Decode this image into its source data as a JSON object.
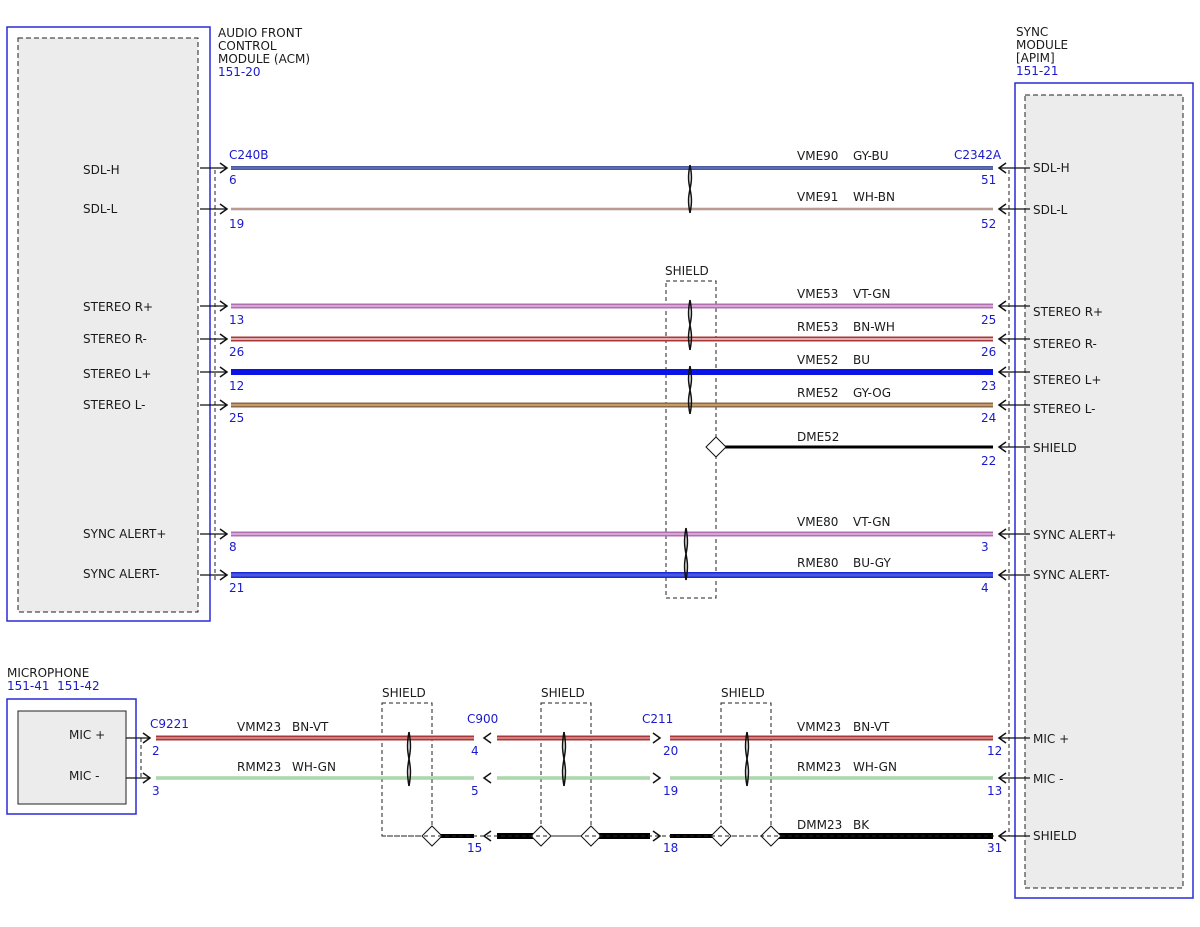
{
  "modules": {
    "acm": {
      "name_lines": [
        "AUDIO FRONT",
        "CONTROL",
        "MODULE (ACM)"
      ],
      "ref": "151-20",
      "connector": "C240B"
    },
    "apim": {
      "name_lines": [
        "SYNC",
        "MODULE",
        "[APIM]"
      ],
      "ref": "151-21",
      "connector": "C2342A"
    },
    "mic": {
      "name": "MICROPHONE",
      "refs": "151-41  151-42",
      "connector": "C9221"
    }
  },
  "pins": {
    "acm": [
      "SDL-H",
      "SDL-L",
      "STEREO R+",
      "STEREO R-",
      "STEREO L+",
      "STEREO L-",
      "SYNC ALERT+",
      "SYNC ALERT-"
    ],
    "apim": [
      "SDL-H",
      "SDL-L",
      "STEREO R+",
      "STEREO R-",
      "STEREO L+",
      "STEREO L-",
      "SHIELD",
      "SYNC ALERT+",
      "SYNC ALERT-",
      "MIC +",
      "MIC -",
      "SHIELD"
    ],
    "mic": [
      "MIC +",
      "MIC -"
    ]
  },
  "circuits": [
    {
      "circuit": "VME90",
      "color_code": "GY-BU",
      "from_pin": "6",
      "to_pin": "51",
      "colors": [
        "#4a5a9a",
        "#6a7ad0"
      ]
    },
    {
      "circuit": "VME91",
      "color_code": "WH-BN",
      "from_pin": "19",
      "to_pin": "52",
      "colors": [
        "#c8c8c8",
        "#b06a5a"
      ]
    },
    {
      "circuit": "VME53",
      "color_code": "VT-GN",
      "from_pin": "13",
      "to_pin": "25",
      "colors": [
        "#b070b0",
        "#d6a6d6"
      ]
    },
    {
      "circuit": "RME53",
      "color_code": "BN-WH",
      "from_pin": "26",
      "to_pin": "26",
      "colors": [
        "#a83838",
        "#e0b0b0"
      ]
    },
    {
      "circuit": "VME52",
      "color_code": "BU",
      "from_pin": "12",
      "to_pin": "23",
      "colors": [
        "#0a14e6",
        "#0a14e6"
      ]
    },
    {
      "circuit": "RME52",
      "color_code": "GY-OG",
      "from_pin": "25",
      "to_pin": "24",
      "colors": [
        "#8a6a4a",
        "#c89a6a"
      ]
    },
    {
      "circuit": "DME52",
      "color_code": "",
      "from_pin": "",
      "to_pin": "22",
      "colors": [
        "#000000",
        "#000000"
      ]
    },
    {
      "circuit": "VME80",
      "color_code": "VT-GN",
      "from_pin": "8",
      "to_pin": "3",
      "colors": [
        "#b070b0",
        "#d6a6d6"
      ]
    },
    {
      "circuit": "RME80",
      "color_code": "BU-GY",
      "from_pin": "21",
      "to_pin": "4",
      "colors": [
        "#1a2ad6",
        "#4a5ae0"
      ]
    }
  ],
  "mic_circuits": [
    {
      "circuit": "VMM23",
      "color_code": "BN-VT",
      "pins": [
        "2",
        "4",
        "20",
        "12"
      ],
      "colors": [
        "#a83838",
        "#d08080"
      ]
    },
    {
      "circuit": "RMM23",
      "color_code": "WH-GN",
      "pins": [
        "3",
        "5",
        "19",
        "13"
      ],
      "colors": [
        "#7ac07a",
        "#e0f0e0"
      ]
    },
    {
      "circuit": "DMM23",
      "color_code": "BK",
      "pins": [
        "15",
        "18",
        "31"
      ],
      "colors": [
        "#000000",
        "#000000"
      ]
    }
  ],
  "inline_connectors": [
    "C900",
    "C211"
  ],
  "shield_label": "SHIELD",
  "accent_colors": {
    "module_border": "#2a2ad8",
    "pin_text": "#1a1acc",
    "line": "#1a1a1a"
  }
}
